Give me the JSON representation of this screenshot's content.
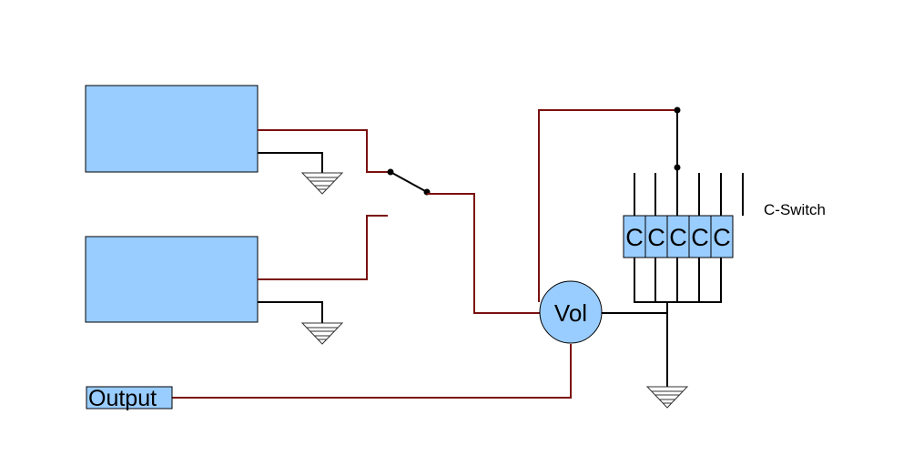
{
  "labels": {
    "volume": "Vol",
    "output": "Output",
    "switch": "C-Switch"
  },
  "capacitors": [
    "C",
    "C",
    "C",
    "C",
    "C"
  ],
  "colors": {
    "wire_signal": "#7a1010",
    "wire_ground": "#000000",
    "component_fill": "#99ccff"
  }
}
